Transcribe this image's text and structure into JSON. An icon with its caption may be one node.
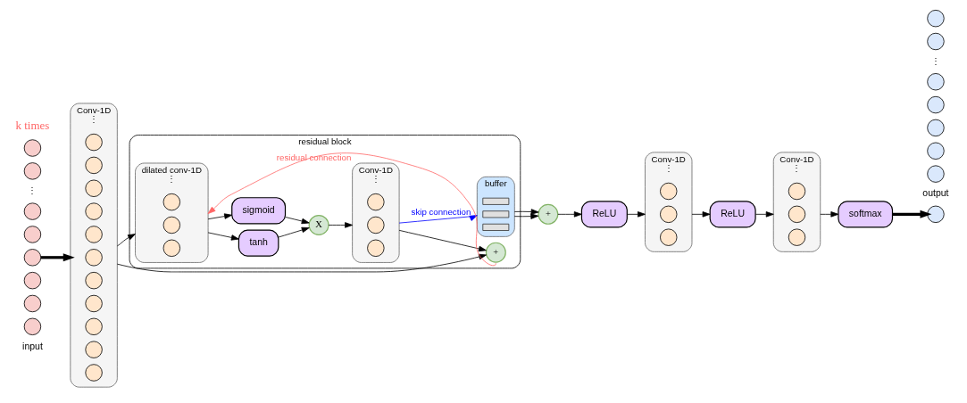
{
  "diagram": {
    "nodes": [
      {
        "text": [],
        "shape": "circle"
      },
      {
        "text": [],
        "shape": "circle"
      },
      {
        "text": [],
        "shape": "circle"
      },
      {
        "text": [],
        "shape": "circle"
      },
      {
        "text": [],
        "shape": "circle"
      },
      {
        "text": [],
        "shape": "circle"
      },
      {
        "text": [],
        "shape": "circle"
      },
      {
        "text": [],
        "shape": "circle"
      },
      {
        "text": [
          "Conv-1D",
          "⋮"
        ]
      },
      {
        "text": [],
        "shape": "circle",
        "in": 8
      },
      {
        "text": [],
        "shape": "circle",
        "in": 8
      },
      {
        "text": [],
        "shape": "circle",
        "in": 8
      },
      {
        "text": [],
        "shape": "circle",
        "in": 8
      },
      {
        "text": [],
        "shape": "circle",
        "in": 8
      },
      {
        "text": [],
        "shape": "circle",
        "in": 8
      },
      {
        "text": [],
        "shape": "circle",
        "in": 8
      },
      {
        "text": [],
        "shape": "circle",
        "in": 8
      },
      {
        "text": [],
        "shape": "circle",
        "in": 8
      },
      {
        "text": [],
        "shape": "circle",
        "in": 8
      },
      {
        "text": [],
        "shape": "circle",
        "in": 8
      },
      {
        "text": [
          "residual block"
        ]
      },
      {
        "text": [
          "dilated conv-1D",
          "⋮"
        ],
        "in": 20
      },
      {
        "text": [],
        "shape": "circle",
        "in": 21
      },
      {
        "text": [],
        "shape": "circle",
        "in": 21
      },
      {
        "text": [],
        "shape": "circle",
        "in": 21
      },
      {
        "text": [
          "tanh"
        ],
        "in": 20
      },
      {
        "text": [
          "sigmoid"
        ],
        "in": 20
      },
      {
        "text": [
          "X"
        ],
        "in": 20
      },
      {
        "text": [
          "Conv-1D",
          "⋮"
        ],
        "in": 20
      },
      {
        "text": [],
        "shape": "circle",
        "in": 28
      },
      {
        "text": [],
        "shape": "circle",
        "in": 28
      },
      {
        "text": [],
        "shape": "circle",
        "in": 28
      },
      {
        "text": [
          "+"
        ],
        "in": 20
      },
      {
        "text": [
          "buffer"
        ],
        "in": 20
      },
      {
        "text": [],
        "shape": "box",
        "in": 33
      },
      {
        "text": [],
        "shape": "box",
        "in": 33
      },
      {
        "text": [],
        "shape": "box",
        "in": 33
      },
      {
        "text": [
          "+"
        ]
      },
      {
        "text": [
          "ReLU"
        ]
      },
      {
        "text": [
          "Conv-1D",
          "⋮"
        ]
      },
      {
        "text": [],
        "shape": "circle",
        "in": 39
      },
      {
        "text": [],
        "shape": "circle",
        "in": 39
      },
      {
        "text": [],
        "shape": "circle",
        "in": 39
      },
      {
        "text": [
          "ReLU"
        ]
      },
      {
        "text": [
          "Conv-1D",
          "⋮"
        ]
      },
      {
        "text": [],
        "shape": "circle",
        "in": 44
      },
      {
        "text": [],
        "shape": "circle",
        "in": 44
      },
      {
        "text": [],
        "shape": "circle",
        "in": 44
      },
      {
        "text": [
          "softmax"
        ]
      },
      {
        "text": [],
        "shape": "circle"
      },
      {
        "text": [],
        "shape": "circle"
      },
      {
        "text": [],
        "shape": "circle"
      },
      {
        "text": [],
        "shape": "circle"
      },
      {
        "text": [],
        "shape": "circle"
      },
      {
        "text": [],
        "shape": "circle"
      },
      {
        "text": [],
        "shape": "circle"
      },
      {
        "text": [],
        "shape": "circle"
      }
    ],
    "edges": [
      {
        "from": 3,
        "to": 8,
        "arrow": "to",
        "style": "thick"
      },
      {
        "from": 8,
        "to": 21,
        "arrow": "to"
      },
      {
        "from": 8,
        "to": 32,
        "arrow": "to"
      },
      {
        "from": 21,
        "to": 25,
        "arrow": "to"
      },
      {
        "from": 21,
        "to": 26,
        "arrow": "to"
      },
      {
        "from": 25,
        "to": 27,
        "arrow": "to"
      },
      {
        "from": 26,
        "to": 27,
        "arrow": "to"
      },
      {
        "from": 27,
        "to": 28,
        "arrow": "to"
      },
      {
        "from": 28,
        "to": 32,
        "arrow": "to"
      },
      {
        "from": 28,
        "to": 33,
        "arrow": "to",
        "label": "skip connection",
        "color": "#0000ff"
      },
      {
        "from": 32,
        "to": 21,
        "arrow": "to",
        "label": "residual connection",
        "color": "#ff6666"
      },
      {
        "from": 33,
        "to": 37,
        "arrow": "to"
      },
      {
        "from": 33,
        "to": 37,
        "arrow": "to"
      },
      {
        "from": 37,
        "to": 38,
        "arrow": "to"
      },
      {
        "from": 38,
        "to": 39,
        "arrow": "to"
      },
      {
        "from": 39,
        "to": 43,
        "arrow": "to"
      },
      {
        "from": 43,
        "to": 44,
        "arrow": "to"
      },
      {
        "from": 44,
        "to": 48,
        "arrow": "to"
      },
      {
        "from": 48,
        "to": 50,
        "arrow": "to",
        "style": "thick"
      }
    ],
    "labels": [
      "input",
      "⋮",
      "output",
      "⋮",
      "k times"
    ]
  }
}
